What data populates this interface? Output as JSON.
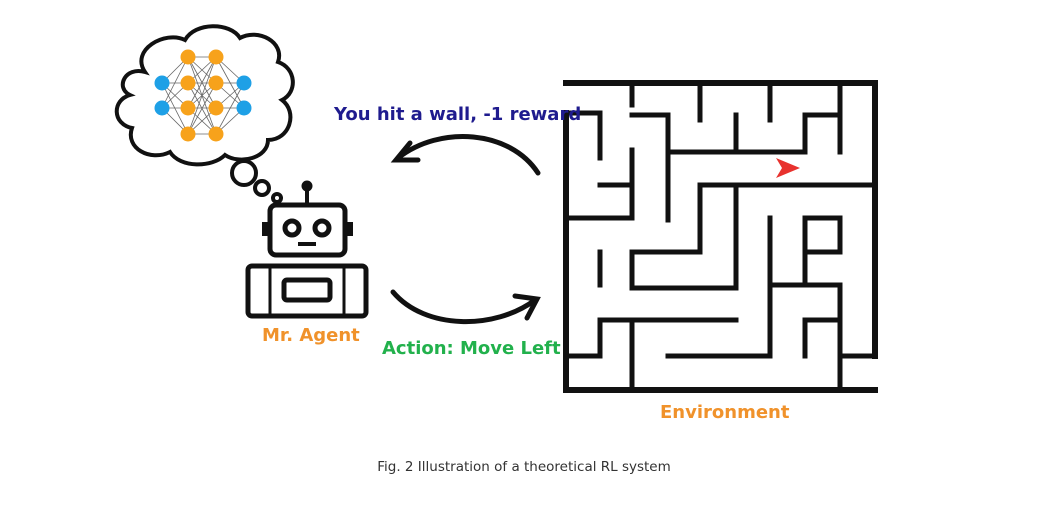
{
  "labels": {
    "feedback": "You hit a wall, -1 reward",
    "agent": "Mr. Agent",
    "action": "Action: Move Left",
    "environment": "Environment"
  },
  "caption": "Fig. 2 Illustration of a theoretical RL system",
  "colors": {
    "feedback": "#1f1b8e",
    "agent_label": "#f0922b",
    "action": "#22b14c",
    "environment_label": "#f0922b",
    "neuron_input": "#1ea0e6",
    "neuron_hidden": "#f7a21b",
    "agent_marker": "#e8322e"
  },
  "icons": {
    "thought": "thought-cloud-icon",
    "network": "neural-network-icon",
    "robot": "robot-icon",
    "maze": "maze-icon",
    "marker": "agent-arrow-icon"
  }
}
